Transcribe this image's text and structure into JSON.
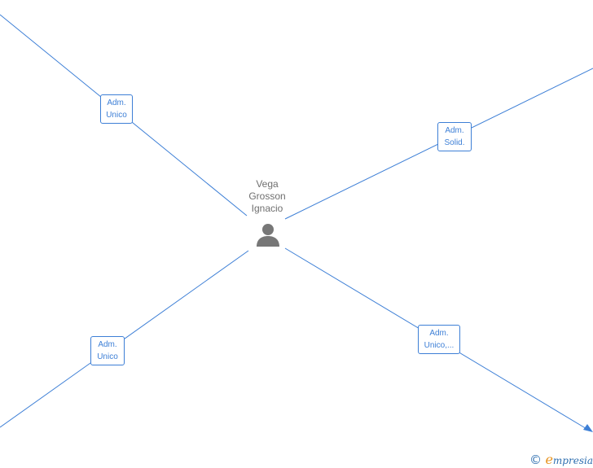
{
  "person": {
    "name_lines": [
      "Vega",
      "Grosson",
      "Ignacio"
    ],
    "icon": "person-icon"
  },
  "relations": [
    {
      "lines": [
        "Adm.",
        "Unico"
      ]
    },
    {
      "lines": [
        "Adm.",
        "Solid."
      ]
    },
    {
      "lines": [
        "Adm.",
        "Unico"
      ]
    },
    {
      "lines": [
        "Adm.",
        "Unico,..."
      ]
    }
  ],
  "footer": {
    "copyright_symbol": "©",
    "brand_initial": "e",
    "brand_rest": "mpresia",
    "icon": "copyright-icon"
  },
  "colors": {
    "edge": "#3d7fd6",
    "label_text": "#3d7fd6",
    "person_text": "#6f6f6f",
    "person_icon": "#777777",
    "brand_orange": "#e8931e",
    "brand_blue": "#2f6fb0"
  }
}
